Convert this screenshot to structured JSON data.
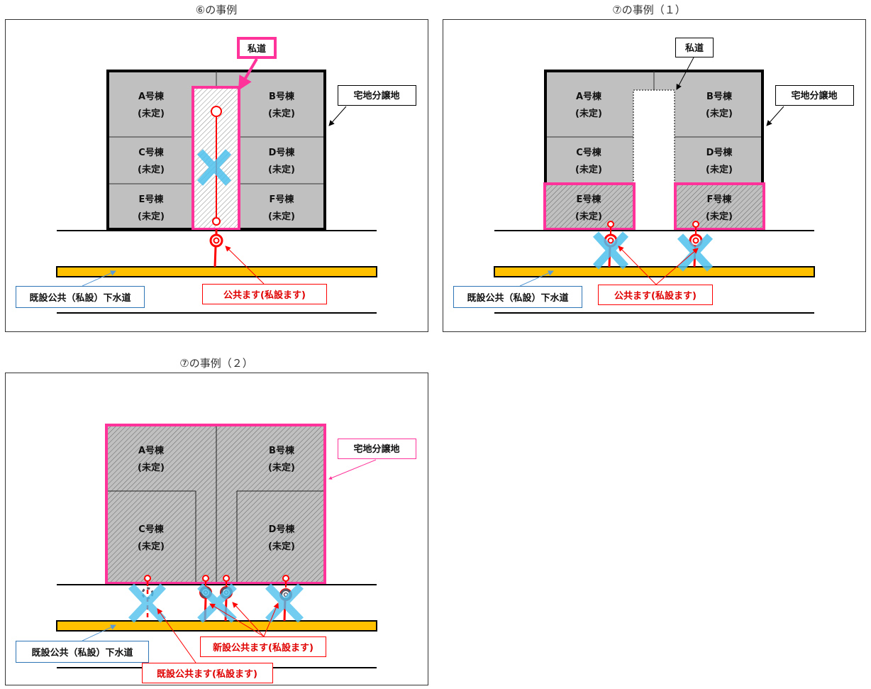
{
  "colors": {
    "pink": "#ff3399",
    "red": "#ff0000",
    "blue_x": "#4fc1ee",
    "sewer": "#ffc000",
    "box_blue": "#2e75b6",
    "lot_gray": "#c0c0c0"
  },
  "panel1": {
    "title": "⑥の事例",
    "private_road": "私道",
    "subdivision": "宅地分譲地",
    "sewer_label": "既設公共（私設）下水道",
    "masu_label": "公共ます(私設ます)",
    "lots": [
      {
        "name": "A号棟",
        "status": "(未定)"
      },
      {
        "name": "B号棟",
        "status": "(未定)"
      },
      {
        "name": "C号棟",
        "status": "(未定)"
      },
      {
        "name": "D号棟",
        "status": "(未定)"
      },
      {
        "name": "E号棟",
        "status": "(未定)"
      },
      {
        "name": "F号棟",
        "status": "(未定)"
      }
    ]
  },
  "panel2": {
    "title": "⑦の事例（１）",
    "private_road": "私道",
    "subdivision": "宅地分譲地",
    "sewer_label": "既設公共（私設）下水道",
    "masu_label": "公共ます(私設ます)",
    "lots": [
      {
        "name": "A号棟",
        "status": "(未定)"
      },
      {
        "name": "B号棟",
        "status": "(未定)"
      },
      {
        "name": "C号棟",
        "status": "(未定)"
      },
      {
        "name": "D号棟",
        "status": "(未定)"
      },
      {
        "name": "E号棟",
        "status": "(未定)"
      },
      {
        "name": "F号棟",
        "status": "(未定)"
      }
    ]
  },
  "panel3": {
    "title": "⑦の事例（２）",
    "subdivision": "宅地分譲地",
    "sewer_label": "既設公共（私設）下水道",
    "new_masu_label": "新設公共ます(私設ます)",
    "existing_masu_label": "既設公共ます(私設ます)",
    "lots": [
      {
        "name": "A号棟",
        "status": "(未定)"
      },
      {
        "name": "B号棟",
        "status": "(未定)"
      },
      {
        "name": "C号棟",
        "status": "(未定)"
      },
      {
        "name": "D号棟",
        "status": "(未定)"
      }
    ]
  }
}
